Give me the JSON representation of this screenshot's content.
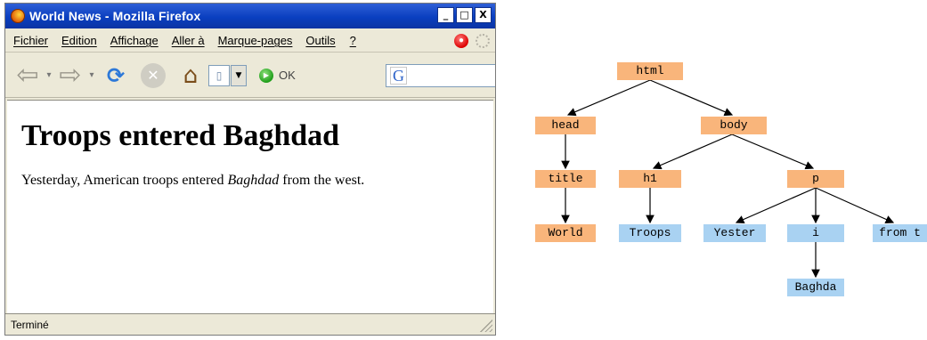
{
  "window": {
    "title": "World News - Mozilla Firefox",
    "controls": [
      "_",
      "□",
      "X"
    ]
  },
  "menubar": {
    "items": [
      "Fichier",
      "Edition",
      "Affichage",
      "Aller à",
      "Marque-pages",
      "Outils"
    ],
    "help": "?"
  },
  "toolbar": {
    "go_label": "OK",
    "search_engine": "G"
  },
  "page": {
    "heading": "Troops entered Baghdad",
    "para_pre": "Yesterday, American troops entered ",
    "para_em": "Baghdad",
    "para_post": " from the west."
  },
  "statusbar": {
    "text": "Terminé"
  },
  "tree": {
    "html": "html",
    "head": "head",
    "body": "body",
    "title": "title",
    "h1": "h1",
    "p": "p",
    "world": "World",
    "troops": "Troops",
    "yester": "Yester",
    "i": "i",
    "from": "from t",
    "baghda": "Baghda"
  },
  "colors": {
    "element_node": "#f9b57b",
    "text_node": "#a9d2f2",
    "titlebar": "#0a3fc0"
  },
  "icons": [
    "firefox-icon",
    "back-arrow-icon",
    "forward-arrow-icon",
    "reload-icon",
    "stop-icon",
    "home-icon",
    "page-icon",
    "go-icon",
    "google-icon",
    "resize-grip-icon"
  ]
}
